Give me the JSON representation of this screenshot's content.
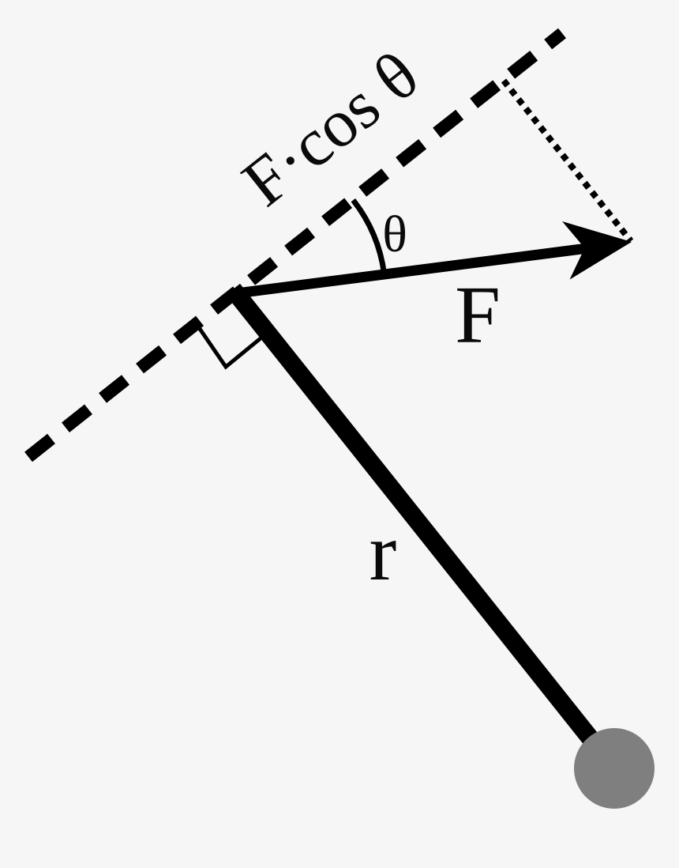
{
  "figure": {
    "description": "Torque diagram: force F applied at end of lever arm r, decomposed into component F·cos θ along the dashed tangential direction, with angle θ between F and that direction, and a gray pivot mass at the far end of the arm.",
    "labels": {
      "force_component": "F·cos θ",
      "angle": "θ",
      "force": "F",
      "lever_arm": "r"
    },
    "colors": {
      "background": "#f6f6f6",
      "ink": "#000000",
      "pivot_ball": "#7f7f7f"
    }
  }
}
